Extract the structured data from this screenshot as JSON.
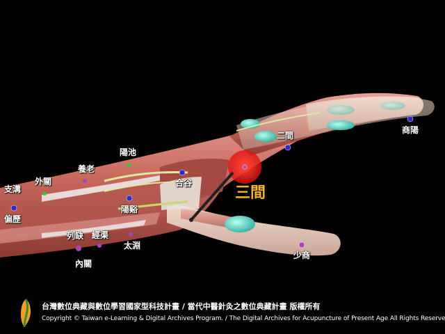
{
  "labels": {
    "zhigou": "支溝",
    "pianli": "偏歷",
    "waiguan": "外關",
    "yanglao": "養老",
    "yangchi": "陽池",
    "erjian": "二間",
    "shangyang": "商陽",
    "hegu": "合谷",
    "yangxi": "陽谿",
    "lieque": "列缺",
    "jingqu": "經渠",
    "taiyuan": "太淵",
    "neiguan": "內關",
    "shaoshang": "少商",
    "highlight": "三間"
  },
  "colors": {
    "highlight_text": "#f2b81c",
    "highlight_spot": "#ff2020",
    "point_blue": "#2a2ad0",
    "point_purple": "#b040c0",
    "point_green": "#40c040",
    "background": "#000000"
  },
  "footer": {
    "line1": "台灣數位典藏與數位學習國家型科技計畫 / 當代中醫針灸之數位典藏計畫 版權所有",
    "line2": "Copyright © Taiwan e-Learning & Digital Archives Program. / The Digital Archives for Acupuncture of Present Age All Rights Reserved."
  },
  "icons": {
    "logo": "taiwan-map-logo"
  }
}
